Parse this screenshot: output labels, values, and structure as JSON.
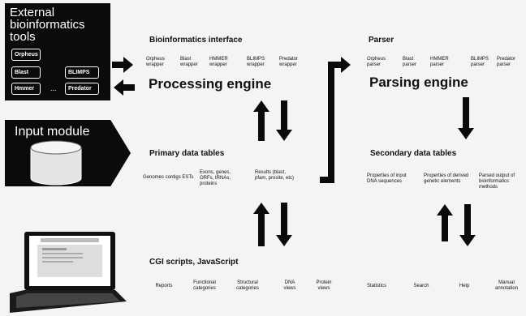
{
  "external": {
    "title": "External bioinformatics tools",
    "tools": [
      "Orpheus",
      "Blast",
      "BLIMPS",
      "Hmmer",
      "Predator"
    ],
    "ellipsis": "..."
  },
  "input": {
    "title": "Input module"
  },
  "bio_interface": {
    "title": "Bioinformatics interface",
    "wrappers": [
      "Orpheus wrapper",
      "Blast wrapper",
      "HMMER wrapper",
      "BLIMPS wrapper",
      "Predator wrapper"
    ]
  },
  "processing": {
    "title": "Processing engine"
  },
  "parser": {
    "title": "Parser",
    "items": [
      "Orpheus parser",
      "Blast parser",
      "HMMER parser",
      "BLIMPS parser",
      "Predator parser"
    ]
  },
  "parsing": {
    "title": "Parsing engine"
  },
  "primary": {
    "title": "Primary data tables",
    "items": [
      "Genomes contigs ESTs",
      "Exons, genes, ORFs, tRNAs, proteins",
      "Results (blast, pfam, prosite, etc)"
    ]
  },
  "secondary": {
    "title": "Secondary data tables",
    "items": [
      "Properties of input DNA sequences",
      "Properties of derived genetic elements",
      "Parsed output of bioinformatics methods"
    ]
  },
  "cgi": {
    "title": "CGI scripts, JavaScript",
    "nav": [
      "Reports",
      "Functional categories",
      "Structural categories",
      "DNA views",
      "Protein views",
      "Statistics",
      "Search",
      "Help",
      "Manual annotation"
    ]
  },
  "colors": {
    "box": "#0b0b0b",
    "arrow": "#0a0a0a",
    "background": "#f4f4f4"
  }
}
